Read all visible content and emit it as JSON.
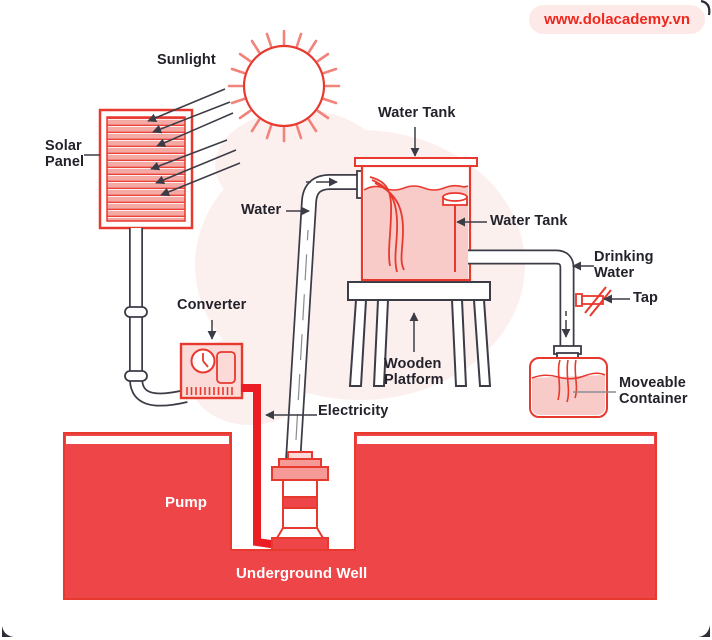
{
  "badge": {
    "url": "www.dolacademy.vn"
  },
  "labels": {
    "sunlight": "Sunlight",
    "solar_panel": "Solar Panel",
    "water_tank_top": "Water Tank",
    "water": "Water",
    "water_tank_float": "Water Tank",
    "drinking_water": "Drinking Water",
    "tap": "Tap",
    "converter": "Converter",
    "wooden_platform": "Wooden Platform",
    "electricity": "Electricity",
    "moveable_container": "Moveable Container",
    "pump": "Pump",
    "underground_well": "Underground Well"
  },
  "colors": {
    "accent-red": "#e8392f",
    "ground-red": "#ee4648",
    "wire-red": "#ec1c24",
    "water-pink": "#f8cbc8",
    "pink-fill": "#fbdad8",
    "flange-pink": "#f59a97",
    "ray-pink": "#f2837b",
    "outline-dark": "#3c3c47",
    "text-dark": "#23222b",
    "badge-bg": "#fdeae8",
    "badge-text": "#ef271e"
  }
}
